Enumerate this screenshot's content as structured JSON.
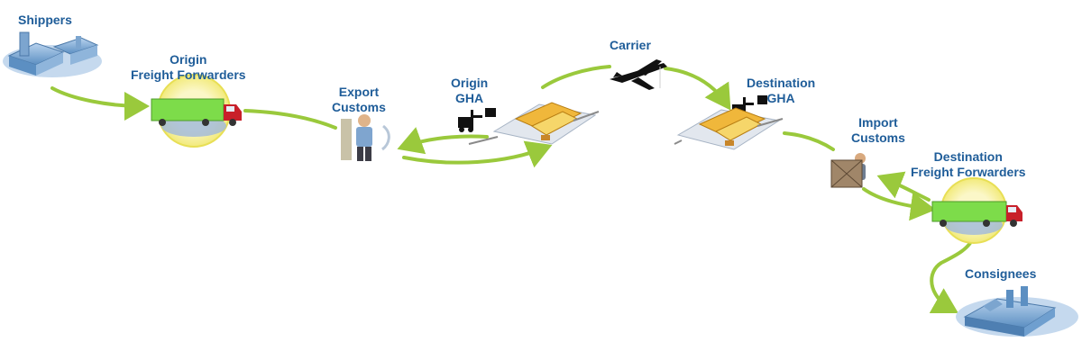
{
  "nodes": {
    "shippers": {
      "label": [
        "Shippers"
      ]
    },
    "origin_ff": {
      "label": [
        "Origin",
        "Freight Forwarders"
      ]
    },
    "export_customs": {
      "label": [
        "Export",
        "Customs"
      ]
    },
    "origin_gha": {
      "label": [
        "Origin",
        "GHA"
      ]
    },
    "carrier": {
      "label": [
        "Carrier"
      ]
    },
    "destination_gha": {
      "label": [
        "Destination",
        "GHA"
      ]
    },
    "import_customs": {
      "label": [
        "Import",
        "Customs"
      ]
    },
    "destination_ff": {
      "label": [
        "Destination",
        "Freight Forwarders"
      ]
    },
    "consignees": {
      "label": [
        "Consignees"
      ]
    }
  },
  "colors": {
    "label": "#1f5d99",
    "arrow": "#9ac93c",
    "truck_box": "#7ddc4a",
    "truck_cab": "#c8202a",
    "halo": "#f2ea7a",
    "building": "#6f9fcf"
  }
}
